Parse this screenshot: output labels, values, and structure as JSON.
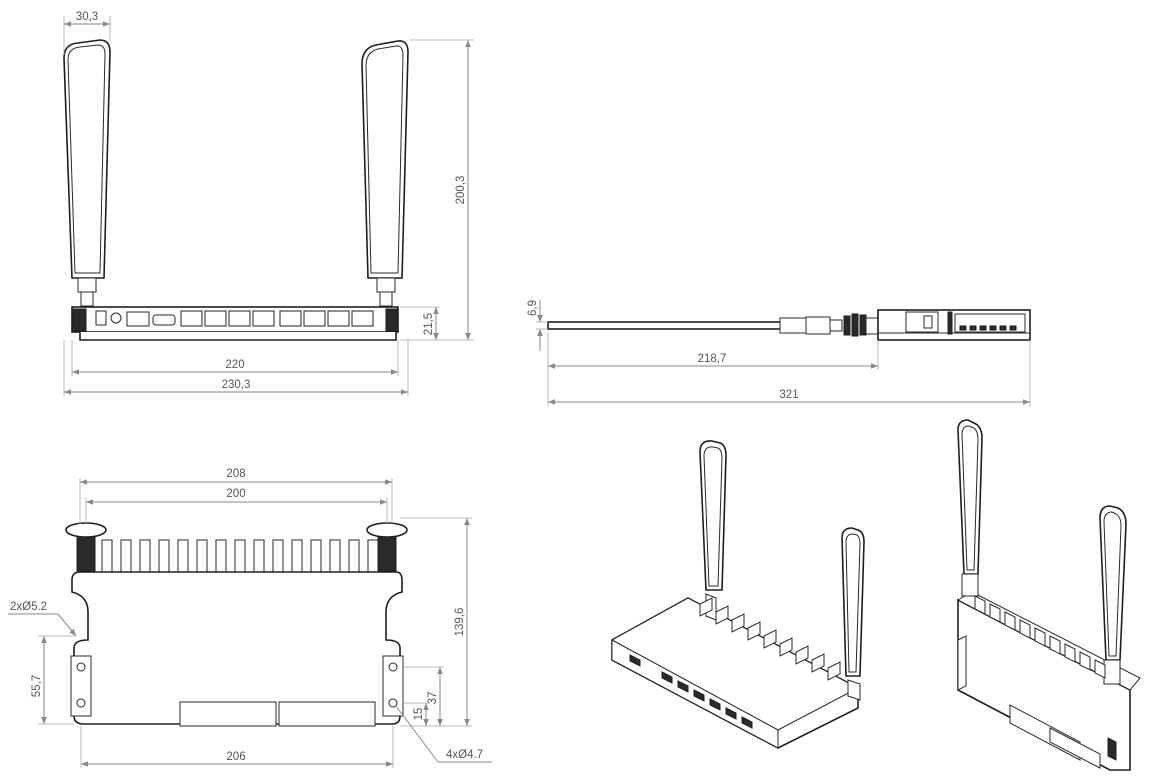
{
  "front_view": {
    "dimensions": {
      "antenna_width": "30,3",
      "antenna_height": "200,3",
      "body_height": "21,5",
      "body_width": "220",
      "overall_width": "230,3"
    }
  },
  "side_view": {
    "dimensions": {
      "antenna_thickness": "6,9",
      "antenna_length": "218,7",
      "overall_length": "321"
    }
  },
  "bottom_view": {
    "dimensions": {
      "outer_span": "208",
      "inner_span": "200",
      "depth": "139,6",
      "slot_holes": "2xØ5.2",
      "hole_offset": "55,7",
      "mount_holes": "4xØ4.7",
      "mount_height": "37",
      "mount_offset": "15",
      "base_width": "206"
    }
  },
  "colors": {
    "outline": "#1e1e1e",
    "dimension_line": "#8a8a8a",
    "dimension_text": "#555555",
    "background": "#ffffff"
  }
}
